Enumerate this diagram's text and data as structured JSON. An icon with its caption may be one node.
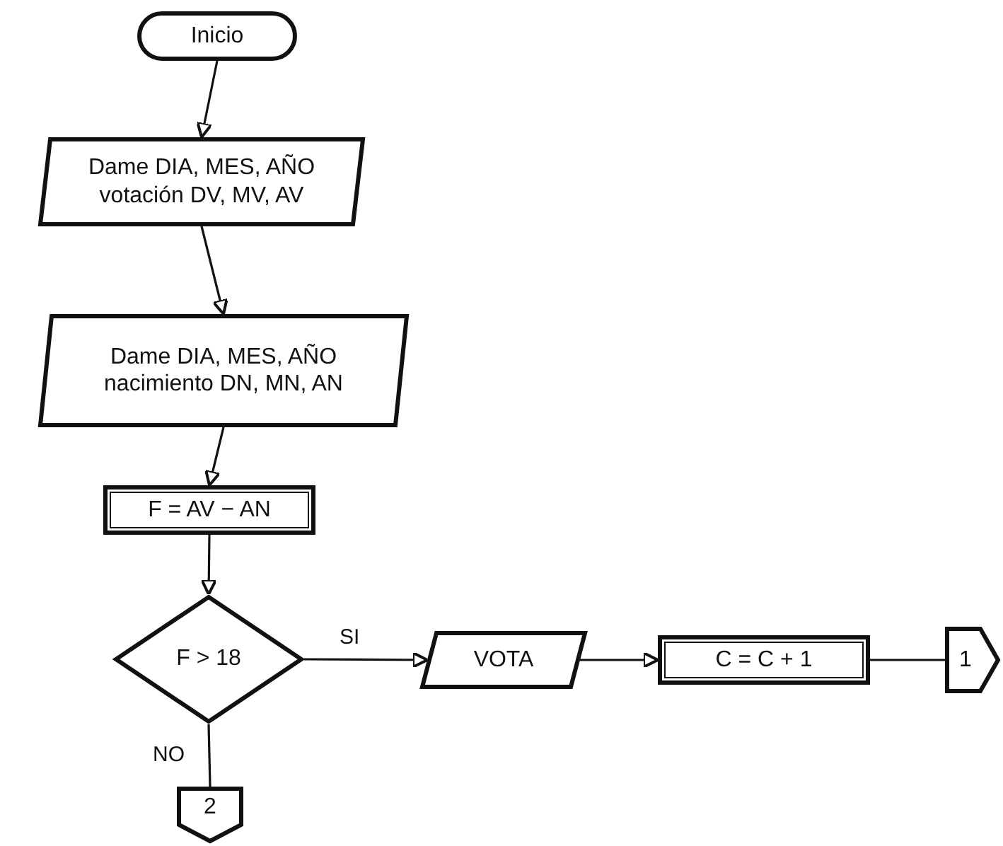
{
  "diagram": {
    "nodes": [
      {
        "text": [
          "Inicio"
        ]
      },
      {
        "text": [
          "Dame DIA, MES, AÑO votación DV, MV, AV"
        ]
      },
      {
        "text": [
          "Dame DIA, MES, AÑO nacimiento DN, MN, AN"
        ]
      },
      {
        "text": [
          "F = AV − AN"
        ]
      },
      {
        "text": [
          "F > 18"
        ]
      },
      {
        "text": [
          "VOTA"
        ]
      },
      {
        "text": [
          "C = C + 1"
        ]
      },
      {
        "text": [
          "1"
        ]
      },
      {
        "text": [
          "2"
        ]
      }
    ],
    "edges": [
      {
        "from": 0,
        "to": 1,
        "arrow": "to"
      },
      {
        "from": 1,
        "to": 2,
        "arrow": "to"
      },
      {
        "from": 2,
        "to": 3,
        "arrow": "to"
      },
      {
        "from": 3,
        "to": 4,
        "arrow": "to"
      },
      {
        "from": 4,
        "to": 5,
        "arrow": "to",
        "label": "SI"
      },
      {
        "from": 5,
        "to": 6,
        "arrow": "to"
      },
      {
        "from": 6,
        "to": 7,
        "arrow": "none"
      },
      {
        "from": 4,
        "to": 8,
        "arrow": "none",
        "label": "NO"
      }
    ]
  }
}
